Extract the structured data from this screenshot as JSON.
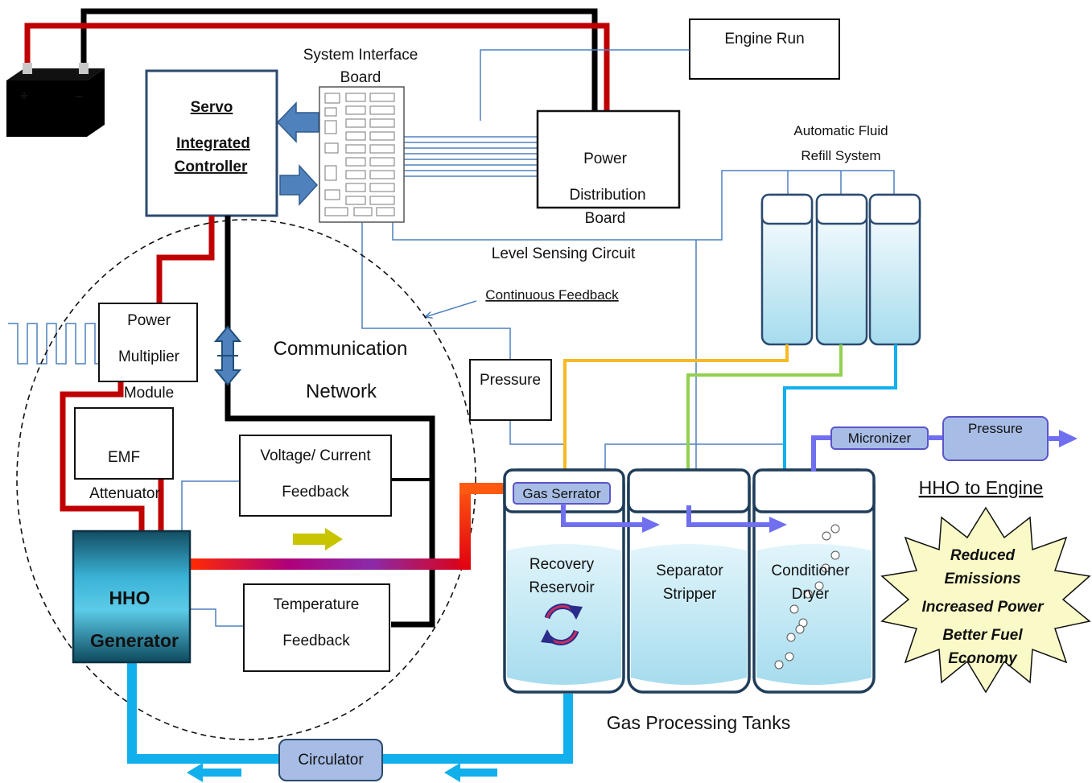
{
  "battery": {
    "plus": "+",
    "minus": "–"
  },
  "engine_run": "Engine Run",
  "system_interface_board": [
    "System Interface",
    "Board"
  ],
  "servo_controller": [
    "Servo",
    "Integrated",
    "Controller"
  ],
  "power_distribution_board": [
    "Power",
    "Distribution",
    "Board"
  ],
  "automatic_fluid_refill": [
    "Automatic Fluid",
    "Refill System"
  ],
  "level_sensing_circuit": "Level Sensing Circuit",
  "continuous_feedback": "Continuous Feedback",
  "power_multiplier_module": [
    "Power",
    "Multiplier",
    "Module"
  ],
  "communication_network": [
    "Communication",
    "Network"
  ],
  "emf_attenuator": [
    "EMF",
    "Attenuator"
  ],
  "pressure_sensor": "Pressure",
  "voltage_current_feedback": [
    "Voltage/ Current",
    "Feedback"
  ],
  "temperature_feedback": [
    "Temperature",
    "Feedback"
  ],
  "hho_generator": [
    "HHO",
    "Generator"
  ],
  "gas_serrator": "Gas Serrator",
  "tanks": {
    "recovery": [
      "Recovery",
      "Reservoir"
    ],
    "separator": [
      "Separator",
      "Stripper"
    ],
    "conditioner": [
      "Conditioner",
      "Dryer"
    ]
  },
  "gas_processing_tanks": "Gas Processing Tanks",
  "micronizer": "Micronizer",
  "output_pressure": "Pressure",
  "hho_to_engine": "HHO to Engine",
  "benefits": [
    "Reduced",
    "Emissions",
    "Increased Power",
    "Better Fuel",
    "Economy"
  ],
  "circulator": "Circulator",
  "colors": {
    "red_wire": "#c00000",
    "black_wire": "#000000",
    "signal": "#4f81bd",
    "coolant": "#11b0ec",
    "yellow_line": "#f7b924",
    "green_line": "#92d050",
    "gas_arrow": "#6f6ff0",
    "box_fill": "#a7bde6",
    "starburst": "#fafac8"
  }
}
